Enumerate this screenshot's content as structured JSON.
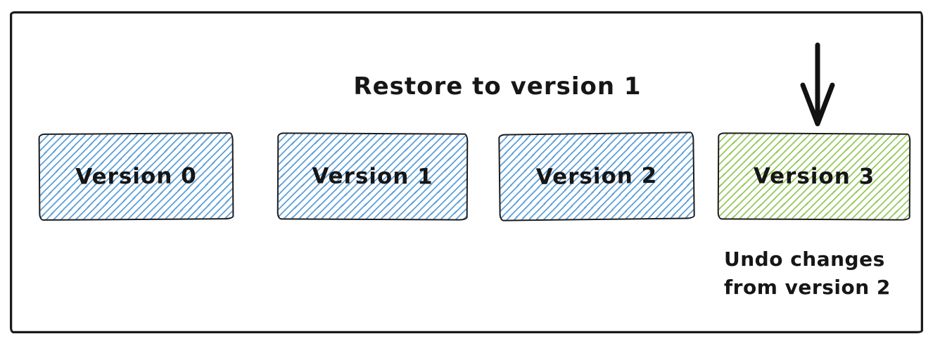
{
  "diagram": {
    "title": "Restore to version 1",
    "boxes": [
      {
        "label": "Version 0",
        "fill": "blue-hachure"
      },
      {
        "label": "Version 1",
        "fill": "blue-hachure"
      },
      {
        "label": "Version 2",
        "fill": "blue-hachure"
      },
      {
        "label": "Version 3",
        "fill": "green-hachure"
      }
    ],
    "arrow": {
      "icon": "down-arrow-icon",
      "points_to": "Version 3"
    },
    "annotation_lines": [
      "Undo changes",
      "from version 2"
    ],
    "colors": {
      "blue_hatch": "#5b9fd9",
      "green_hatch": "#95c95c",
      "stroke": "#1b1b1b"
    }
  }
}
